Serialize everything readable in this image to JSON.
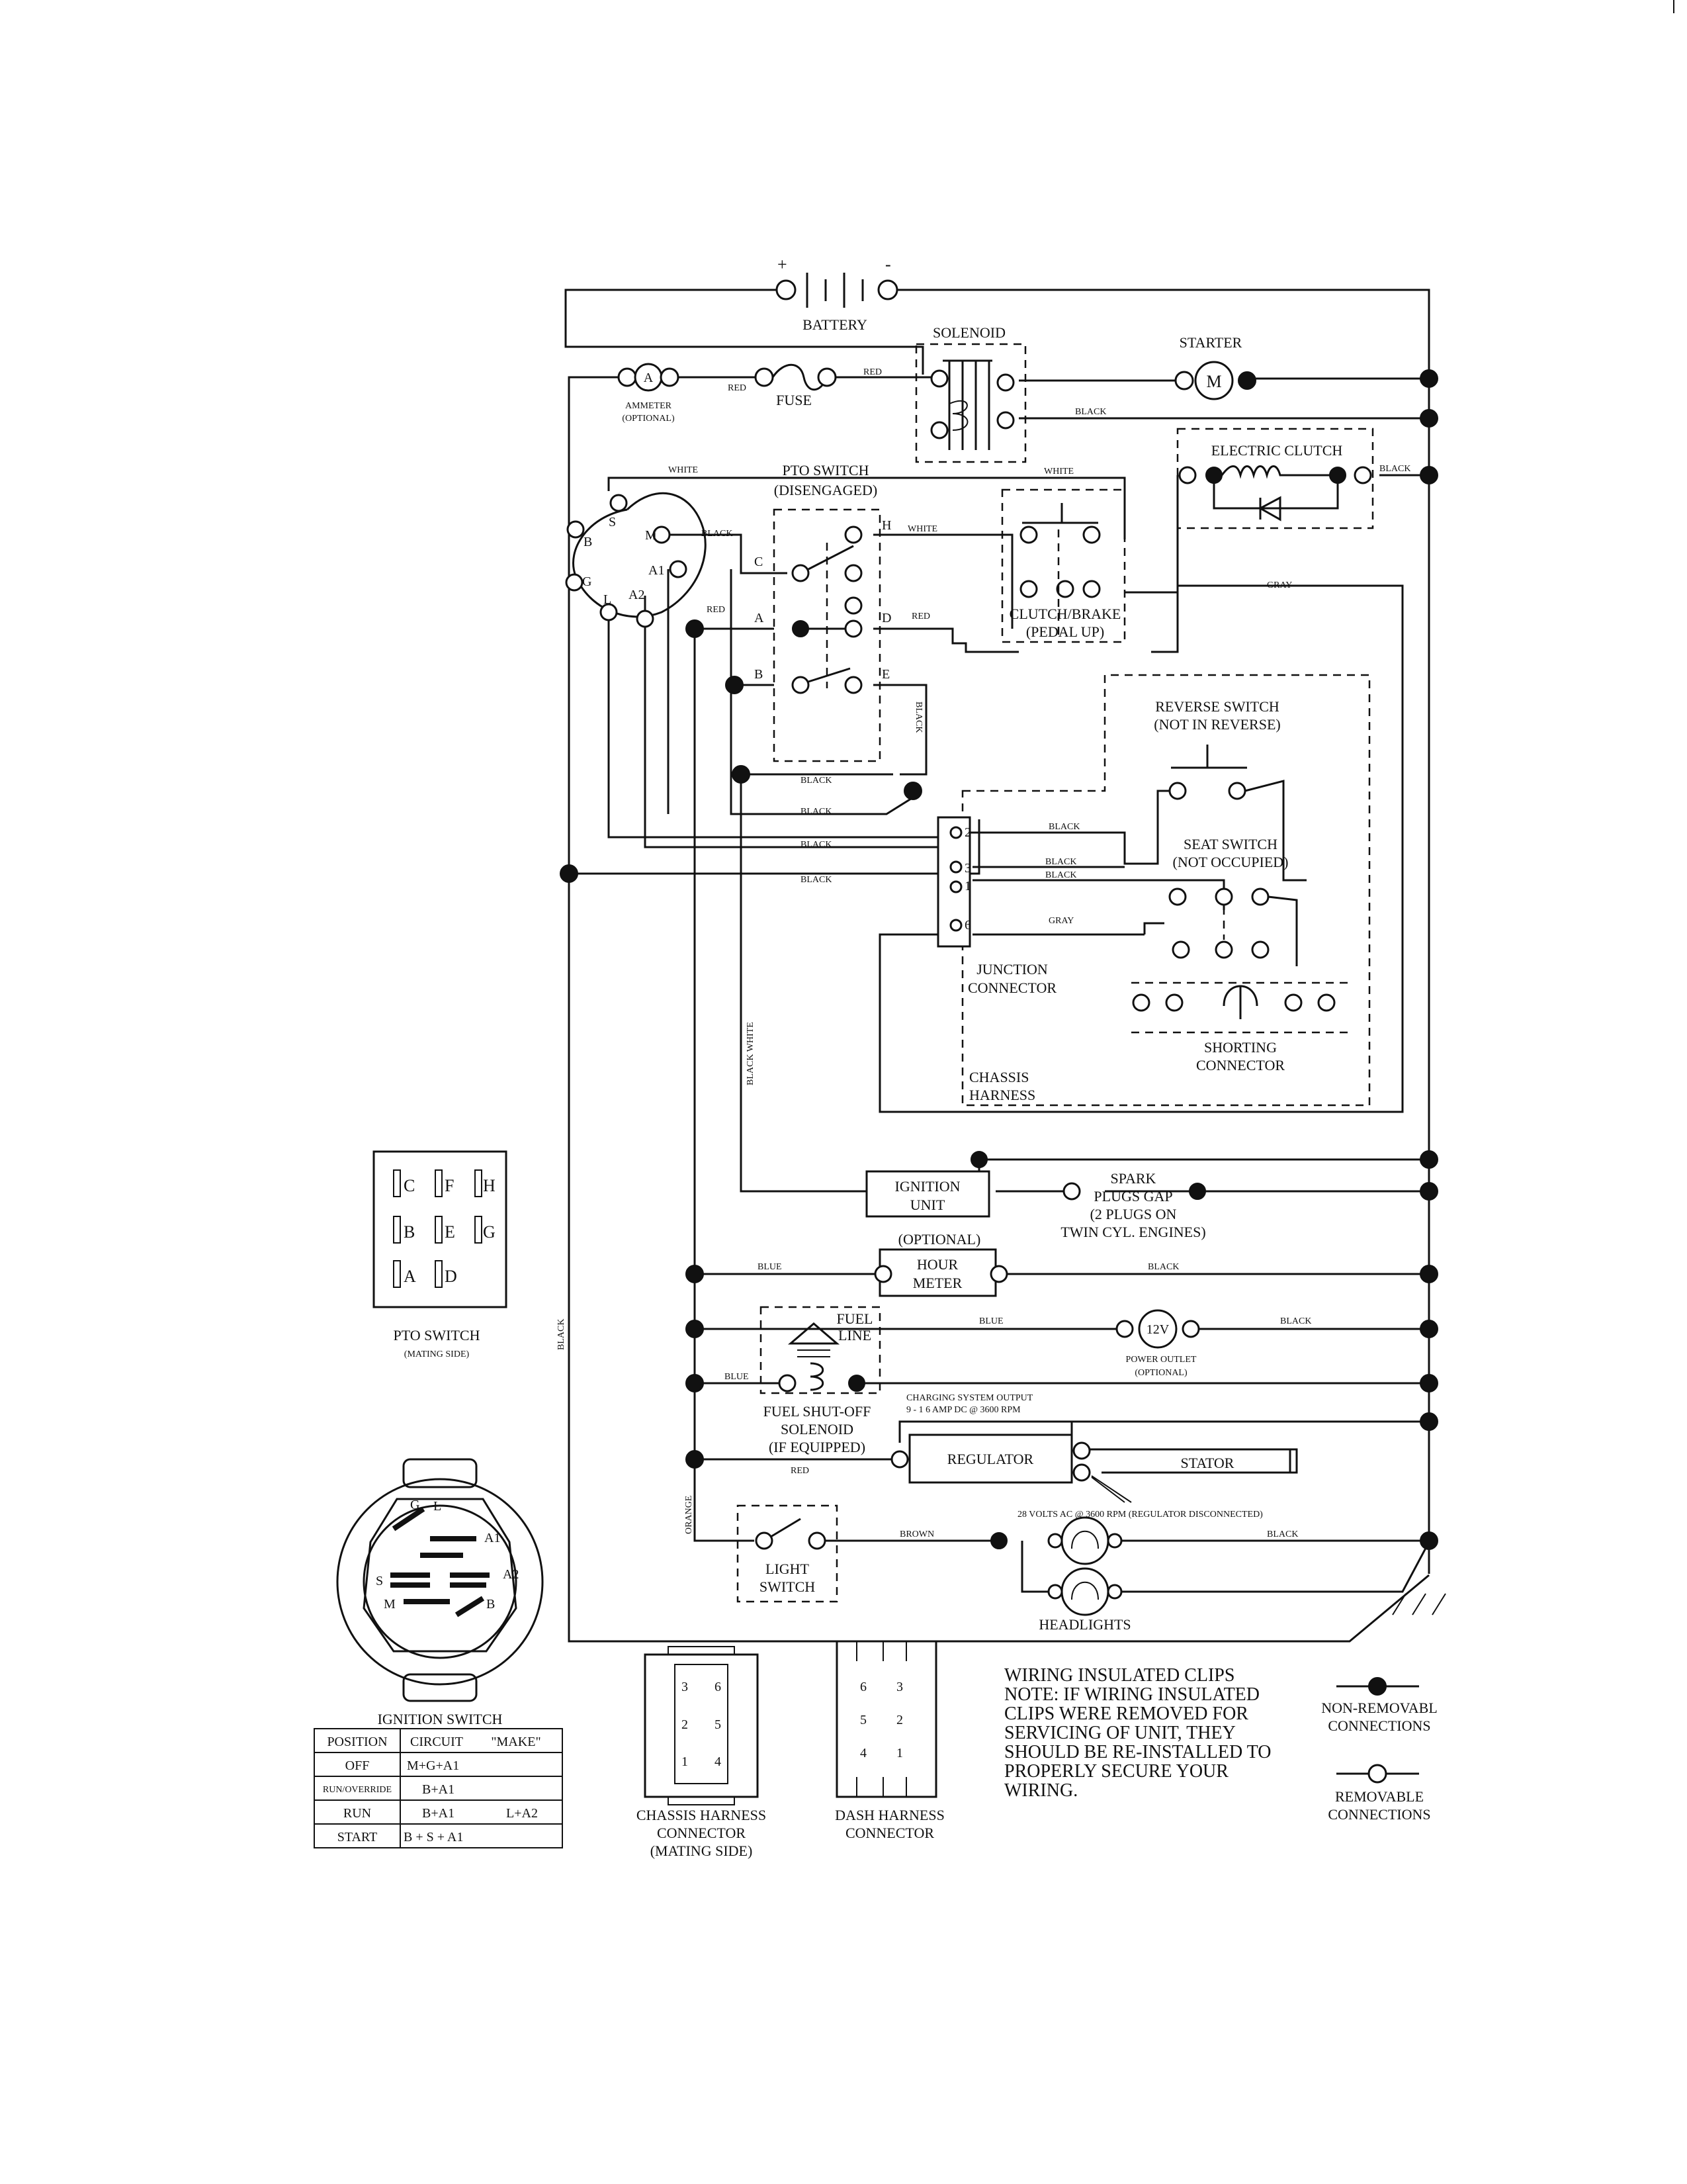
{
  "battery": {
    "label": "BATTERY",
    "plus": "+",
    "minus": "-"
  },
  "solenoid": {
    "label": "SOLENOID"
  },
  "starter": {
    "label": "STARTER",
    "symbol": "M"
  },
  "ammeter": {
    "label": "AMMETER",
    "sub": "(OPTIONAL)",
    "symbol": "A"
  },
  "fuse": {
    "label": "FUSE"
  },
  "electric_clutch": {
    "label": "ELECTRIC CLUTCH"
  },
  "pto_switch": {
    "label": "PTO SWITCH",
    "sub": "(DISENGAGED)",
    "pins": [
      "C",
      "H",
      "A",
      "D",
      "B",
      "E"
    ]
  },
  "clutch_brake": {
    "label": "CLUTCH/BRAKE",
    "sub": "(PEDAL UP)"
  },
  "reverse_switch": {
    "label": "REVERSE SWITCH",
    "sub": "(NOT IN REVERSE)"
  },
  "seat_switch": {
    "label": "SEAT SWITCH",
    "sub": "(NOT OCCUPIED)"
  },
  "junction": {
    "label": "JUNCTION",
    "label2": "CONNECTOR",
    "pins": [
      "2",
      "3",
      "1",
      "6"
    ]
  },
  "shorting": {
    "label": "SHORTING",
    "label2": "CONNECTOR"
  },
  "chassis_harness": {
    "label": "CHASSIS",
    "label2": "HARNESS"
  },
  "ignition_switch_pins": [
    "S",
    "B",
    "G",
    "M",
    "A1",
    "L",
    "A2"
  ],
  "ignition_unit": {
    "label": "IGNITION",
    "label2": "UNIT"
  },
  "spark": {
    "line1": "SPARK",
    "line2": "PLUGS GAP",
    "line3": "(2 PLUGS ON",
    "line4": "TWIN CYL. ENGINES)"
  },
  "hour_meter": {
    "opt": "(OPTIONAL)",
    "label": "HOUR",
    "label2": "METER"
  },
  "fuel_line": {
    "label": "FUEL",
    "label2": "LINE"
  },
  "power_outlet": {
    "symbol": "12V",
    "label": "POWER OUTLET",
    "sub": "(OPTIONAL)"
  },
  "fuel_solenoid": {
    "label": "FUEL SHUT-OFF",
    "label2": "SOLENOID",
    "label3": "(IF EQUIPPED)"
  },
  "charging": {
    "line1": "CHARGING SYSTEM OUTPUT",
    "line2": "9 - 1 6 AMP DC @ 3600 RPM"
  },
  "regulator": {
    "label": "REGULATOR"
  },
  "stator": {
    "label": "STATOR"
  },
  "volts_note": "28 VOLTS AC @ 3600 RPM (REGULATOR DISCONNECTED)",
  "light_switch": {
    "label": "LIGHT",
    "label2": "SWITCH"
  },
  "headlights": {
    "label": "HEADLIGHTS"
  },
  "wire_labels": {
    "red": "RED",
    "black": "BLACK",
    "white": "WHITE",
    "gray": "GRAY",
    "blue": "BLUE",
    "brown": "BROWN",
    "orange": "ORANGE",
    "black_white": "BLACK WHITE"
  },
  "pto_mating": {
    "title": "PTO SWITCH",
    "sub": "(MATING SIDE)",
    "pins": [
      "C",
      "F",
      "H",
      "B",
      "E",
      "G",
      "A",
      "D"
    ]
  },
  "ignition_switch_side": {
    "title": "IGNITION SWITCH",
    "pins": [
      "G",
      "L",
      "A1",
      "S",
      "A2",
      "M",
      "B"
    ]
  },
  "ignition_table": {
    "headers": [
      "POSITION",
      "CIRCUIT",
      "\"MAKE\""
    ],
    "rows": [
      {
        "position": "OFF",
        "circuit": "M+G+A1",
        "extra": ""
      },
      {
        "position": "RUN/OVERRIDE",
        "circuit": "B+A1",
        "extra": ""
      },
      {
        "position": "RUN",
        "circuit": "B+A1",
        "extra": "L+A2"
      },
      {
        "position": "START",
        "circuit": "B + S + A1",
        "extra": ""
      }
    ]
  },
  "chassis_connector": {
    "label": "CHASSIS HARNESS",
    "label2": "CONNECTOR",
    "label3": "(MATING SIDE)",
    "pins": [
      "3",
      "6",
      "2",
      "5",
      "1",
      "4"
    ]
  },
  "dash_connector": {
    "label": "DASH HARNESS",
    "label2": "CONNECTOR",
    "pins": [
      "6",
      "3",
      "5",
      "2",
      "4",
      "1"
    ]
  },
  "note": {
    "lines": [
      "WIRING INSULATED CLIPS",
      "NOTE:  IF WIRING INSULATED",
      "CLIPS WERE REMOVED FOR",
      "SERVICING OF UNIT, THEY",
      "SHOULD BE RE-INSTALLED TO",
      "PROPERLY SECURE YOUR",
      "WIRING."
    ]
  },
  "legend": {
    "non_removable": "NON-REMOVABL",
    "non_removable2": "CONNECTIONS",
    "removable": "REMOVABLE",
    "removable2": "CONNECTIONS"
  }
}
